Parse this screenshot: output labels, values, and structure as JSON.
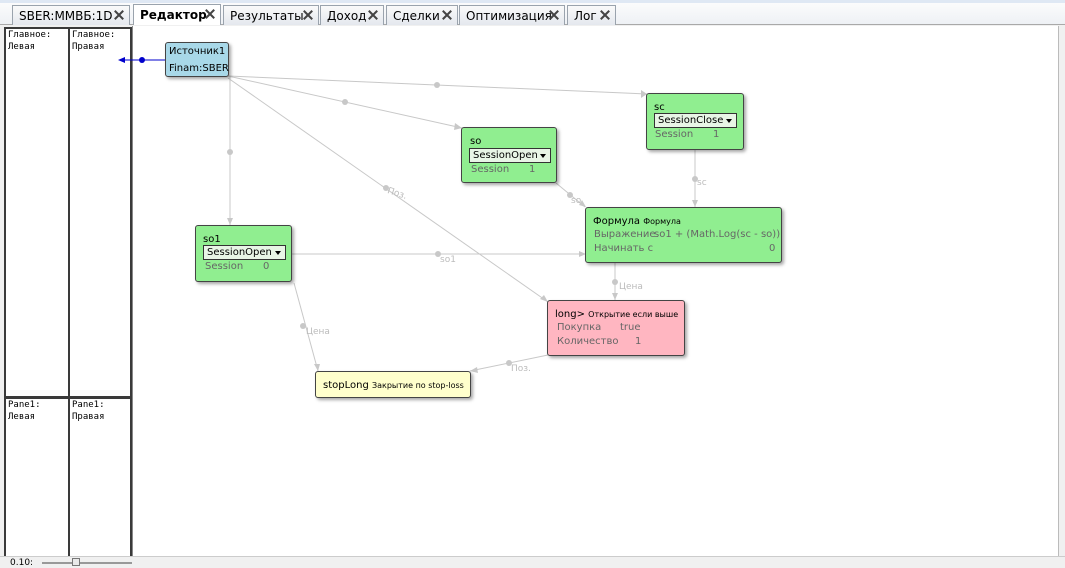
{
  "tabs": [
    {
      "label": "SBER:ММВБ:1D",
      "active": false
    },
    {
      "label": "Редактор",
      "active": true
    },
    {
      "label": "Результаты",
      "active": false
    },
    {
      "label": "Доход",
      "active": false
    },
    {
      "label": "Сделки",
      "active": false
    },
    {
      "label": "Оптимизация",
      "active": false
    },
    {
      "label": "Лог",
      "active": false
    }
  ],
  "panes": {
    "main_left": "Главное:\nЛевая",
    "main_right": "Главное:\nПравая",
    "pane1_left": "Pane1:\nЛевая",
    "pane1_right": "Pane1:\nПравая"
  },
  "zoom_label": "0.10:",
  "nodes": {
    "source": {
      "title": "Источник1",
      "sub": "Finam:SBER",
      "color": "#a8d8e8"
    },
    "so": {
      "title": "so",
      "combo": "SessionOpen",
      "prop_name": "Session",
      "prop_value": "1",
      "color": "#90ee90"
    },
    "sc": {
      "title": "sc",
      "combo": "SessionClose",
      "prop_name": "Session",
      "prop_value": "1",
      "color": "#90ee90"
    },
    "so1": {
      "title": "so1",
      "combo": "SessionOpen",
      "prop_name": "Session",
      "prop_value": "0",
      "color": "#90ee90"
    },
    "formula": {
      "title": "Формула",
      "title_small": "Формула",
      "expr_label": "Выражение",
      "expr_value": "so1 + (Math.Log(sc - so))",
      "start_label": "Начинать с",
      "start_value": "0",
      "color": "#90ee90"
    },
    "long": {
      "title": "long>",
      "title_small": "Открытие если выше",
      "p1_name": "Покупка",
      "p1_value": "true",
      "p2_name": "Количество",
      "p2_value": "1",
      "color": "#ffb6c1"
    },
    "stop": {
      "title": "stopLong",
      "title_small": "Закрытие по stop-loss",
      "color": "#ffffcc"
    }
  },
  "edge_labels": {
    "pos1": "Поз.",
    "sc": "sc",
    "so": "so",
    "so1": "so1",
    "price1": "Цена",
    "price2": "Цена",
    "pos2": "Поз."
  },
  "colors": {
    "edge": "#c8c8c8",
    "input_arrow": "#0000cc"
  }
}
